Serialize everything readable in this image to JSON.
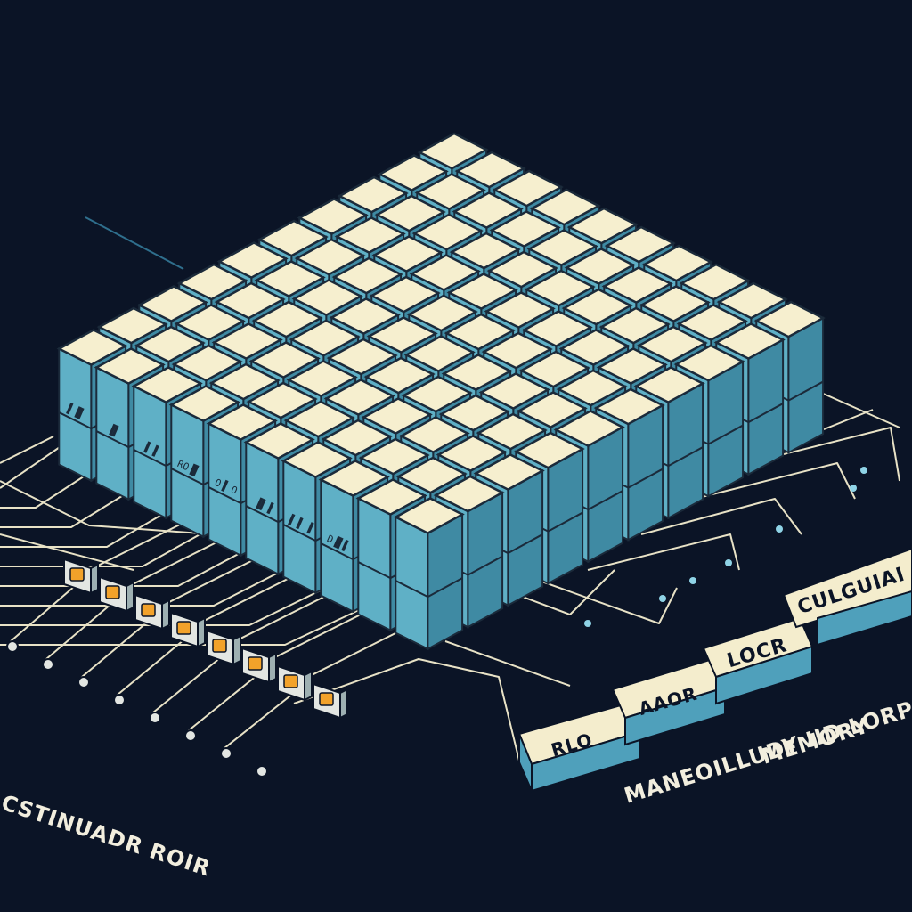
{
  "colors": {
    "background": "#0b1426",
    "cell_top": "#f6efcf",
    "cell_top_edge": "#1b2a3a",
    "cell_front": "#5fb0c6",
    "cell_side": "#3f8aa3",
    "wire": "#e8e2c6",
    "accent_wire": "#2f6f8d",
    "connector_body": "#e3e6e2",
    "connector_led": "#f2a22a",
    "label_box_front": "#f4edcd",
    "label_box_side": "#4fa0bb",
    "label_text": "#0b1426",
    "caption_text": "#f2eede"
  },
  "memory_array": {
    "rows": 10,
    "cols": 10,
    "front_glyphs": [
      "▌▐▌",
      "▐▌",
      "▌▐",
      "RO▐▌",
      "O▐ O",
      "▐▌▐",
      "▌▐ ▐",
      "D▐▌▌"
    ]
  },
  "bus_labels": [
    "RLO",
    "AAOR",
    "LOCR",
    "CULGUIAI"
  ],
  "captions": {
    "left": "CSTINUADR ROIR",
    "right_line1": "MANEOILLUDY IID LORPLE",
    "right_line2": "MEMORY"
  }
}
